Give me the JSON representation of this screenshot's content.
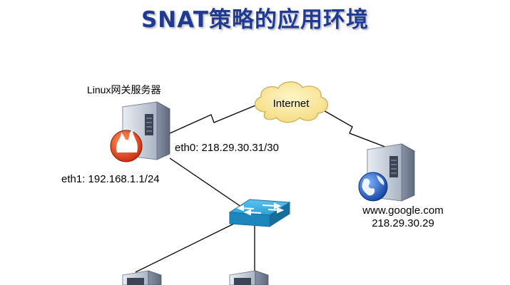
{
  "title": "SNAT策略的应用环境",
  "gateway": {
    "name": "Linux网关服务器"
  },
  "internet": {
    "label": "Internet"
  },
  "eth0": {
    "label": "eth0: 218.29.30.31/30"
  },
  "eth1": {
    "label": "eth1: 192.168.1.1/24"
  },
  "web_server": {
    "host": "www.google.com",
    "ip": "218.29.30.29"
  },
  "colors": {
    "title": "#1f3a93",
    "cloud_fill": "#fbe9a6",
    "server_body": "#c3ccd9",
    "switch_blue": "#2a9fd8",
    "globe_blue": "#1d5fd0",
    "firewall_red": "#e03a1a"
  }
}
